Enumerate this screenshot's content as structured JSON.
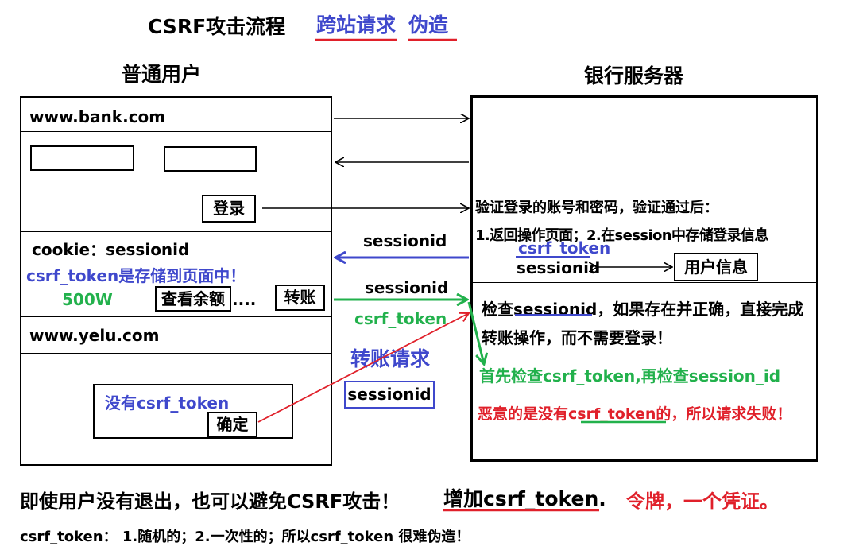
{
  "colors": {
    "blue": "#3f48cc",
    "red": "#e0202a",
    "green": "#22b14c",
    "black": "#000000"
  },
  "header": {
    "title": "CSRF攻击流程",
    "subtitle_a": "跨站请求",
    "subtitle_b": "伪造"
  },
  "client": {
    "heading": "普通用户",
    "bank_url": "www.bank.com",
    "login_button": "登录",
    "cookie_label": "cookie：sessionid",
    "csrf_note": "csrf_token是存储到页面中！",
    "balance_amount": "500W",
    "check_balance_button": "查看余额",
    "ellipsis": "....",
    "transfer_button": "转账",
    "evil_url": "www.yelu.com",
    "no_token_label": "没有csrf_token",
    "confirm_button": "确定"
  },
  "server": {
    "heading": "银行服务器",
    "verify_text": "验证登录的账号和密码，验证通过后：",
    "return_text": "1.返回操作页面；2.在session中存储登录信息",
    "csrf_token_label": "csrf_token",
    "sessionid_label": "sessionid",
    "user_info": "用户信息",
    "check_line1": "检查sessionid，如果存在并正确，直接完成",
    "check_line2": "转账操作，而不需要登录！",
    "first_check": "首先检查csrf_token,再检查session_id",
    "malicious_prefix": "恶意的是没有",
    "malicious_token": "csrf_token",
    "malicious_suffix": "的，所以请求失败！"
  },
  "arrows": {
    "sessionid_return": "sessionid",
    "sessionid_send": "sessionid",
    "csrf_token_send": "csrf_token",
    "transfer_request": "转账请求",
    "sessionid_boxed": "sessionid"
  },
  "footer": {
    "line1": "即使用户没有退出，也可以避免CSRF攻击！",
    "add_token": "增加csrf_token.",
    "token_label": "令牌，一个凭证。",
    "line2": "csrf_token： 1.随机的；2.一次性的；所以csrf_token 很难伪造！"
  }
}
